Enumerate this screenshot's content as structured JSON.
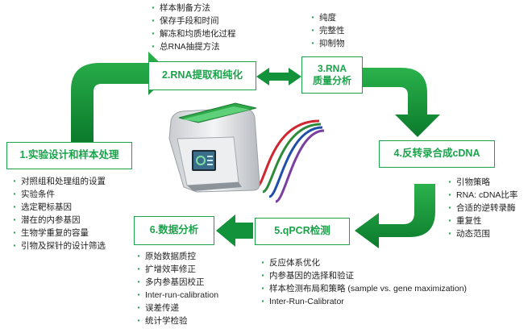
{
  "accent_color": "#1aa34a",
  "instrument_icon": "qpcr-instrument-icon",
  "steps": [
    {
      "label": "1.实验设计和样本处理",
      "items": [
        "对照组和处理组的设置",
        "实验条件",
        "选定靶标基因",
        "潜在的内参基因",
        "生物学重复的容量",
        "引物及探针的设计筛选"
      ]
    },
    {
      "label": "2.RNA提取和纯化",
      "items": [
        "样本制备方法",
        "保存手段和时间",
        "解冻和均质地化过程",
        "总RNA抽提方法"
      ]
    },
    {
      "label_line1": "3.RNA",
      "label_line2": "质量分析",
      "items": [
        "纯度",
        "完整性",
        "抑制物"
      ]
    },
    {
      "label": "4.反转录合成cDNA",
      "items": [
        "引物策略",
        "RNA: cDNA比率",
        "合适的逆转录酶",
        "重复性",
        "动态范围"
      ]
    },
    {
      "label": "5.qPCR检测",
      "items": [
        "反应体系优化",
        "内参基因的选择和验证",
        "样本检测布局和策略 (sample vs. gene maximization)",
        "Inter-Run-Calibrator"
      ]
    },
    {
      "label": "6.数据分析",
      "items": [
        "原始数据质控",
        "扩增效率修正",
        "多内参基因校正",
        "Inter-run-calibration",
        "误差传递",
        "统计学检验"
      ]
    }
  ]
}
